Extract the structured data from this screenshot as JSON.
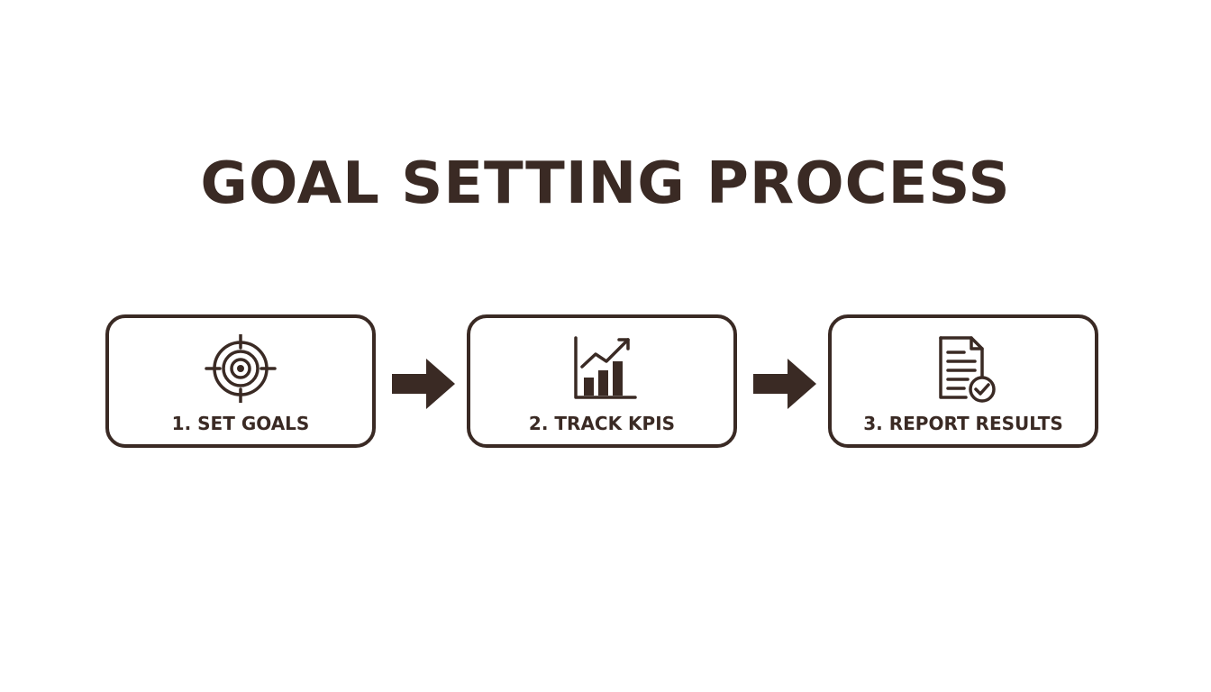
{
  "diagram": {
    "title": "GOAL SETTING PROCESS",
    "ink_color": "#3a2a24",
    "background_color": "#ffffff",
    "steps": [
      {
        "label": "1. SET GOALS",
        "icon": "target-icon"
      },
      {
        "label": "2. TRACK KPIS",
        "icon": "bar-chart-trend-icon"
      },
      {
        "label": "3. REPORT RESULTS",
        "icon": "document-check-icon"
      }
    ],
    "connectors": [
      "arrow-right-icon",
      "arrow-right-icon"
    ]
  }
}
